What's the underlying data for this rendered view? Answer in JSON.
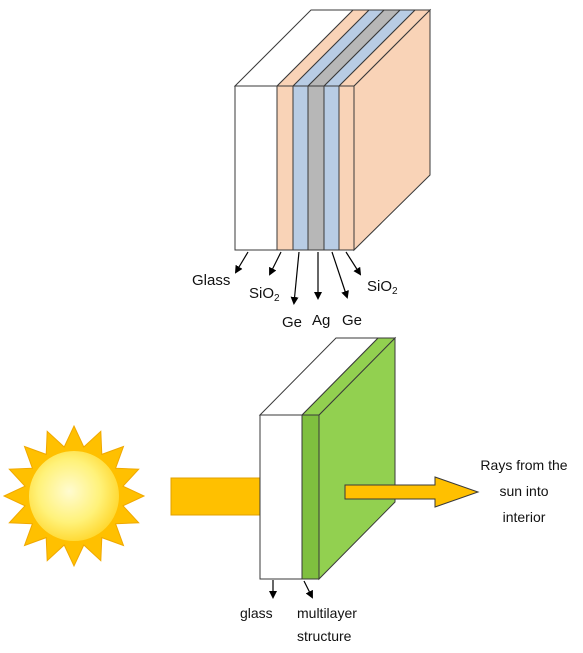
{
  "layer_stack": {
    "labels": {
      "glass": "Glass",
      "sio2_left_main": "SiO",
      "sio2_left_sub": "2",
      "ge_left": "Ge",
      "ag": "Ag",
      "ge_right": "Ge",
      "sio2_right_main": "SiO",
      "sio2_right_sub": "2"
    },
    "colors": {
      "glass": "#ffffff",
      "sio2": "#f9d3b7",
      "ge": "#b8cce4",
      "ag": "#b7b7b7"
    }
  },
  "window_assembly": {
    "glass_label": "glass",
    "multilayer_label_line1": "multilayer",
    "multilayer_label_line2": "structure",
    "rays_label_line1": "Rays from the",
    "rays_label_line2": "sun into",
    "rays_label_line3": "interior",
    "colors": {
      "glass": "#ffffff",
      "multilayer": "#92d050",
      "multilayer_edge": "#7fbf3f",
      "incoming_ray": "#ffc000",
      "outgoing_ray": "#ffc000",
      "sun_outer": "#ffc000",
      "sun_inner": "#fff8b0"
    }
  }
}
